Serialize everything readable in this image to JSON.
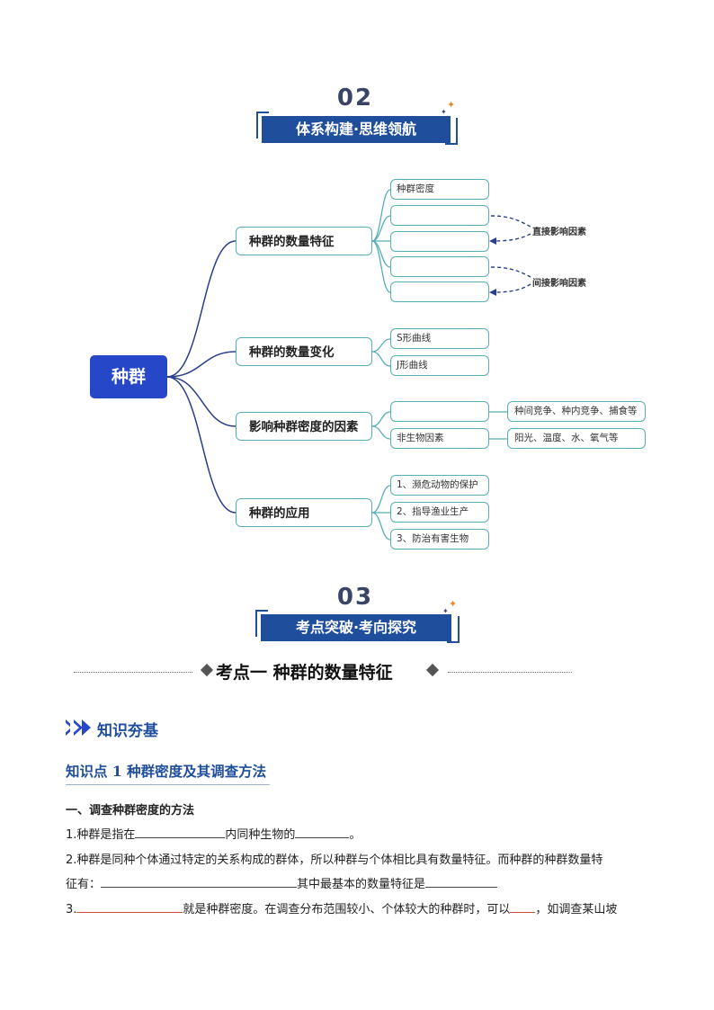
{
  "section2": {
    "number": "02",
    "title": "体系构建·思维领航"
  },
  "mindmap": {
    "root": "种群",
    "branches": [
      {
        "label": "种群的数量特征"
      },
      {
        "label": "种群的数量变化"
      },
      {
        "label": "影响种群密度的因素"
      },
      {
        "label": "种群的应用"
      }
    ],
    "leaves_features": [
      "种群密度",
      "",
      "",
      "",
      ""
    ],
    "direct_factor": "直接影响因素",
    "indirect_factor": "间接影响因素",
    "leaves_change": [
      "S形曲线",
      "J形曲线"
    ],
    "leaves_density": [
      "",
      "非生物因素"
    ],
    "leaves_density_detail": [
      "种间竞争、种内竞争、捕食等",
      "阳光、温度、水、氧气等"
    ],
    "leaves_application": [
      "1、濒危动物的保护",
      "2、指导渔业生产",
      "3、防治有害生物"
    ]
  },
  "section3": {
    "number": "03",
    "title": "考点突破·考向探究"
  },
  "exam_point": "考点一  种群的数量特征",
  "knowledge_heading": "知识夯基",
  "knowledge_point": "知识点 1  种群密度及其调查方法",
  "subheading": "一、调查种群密度的方法",
  "lines": {
    "l1a": "1.种群是指在",
    "l1b": "内同种生物的",
    "l1c": "。",
    "l2": "2.种群是同种个体通过特定的关系构成的群体，所以种群与个体相比具有数量特征。而种群的种群数量特",
    "l3a": "征有：",
    "l3b": "其中最基本的数量特征是",
    "l4a": "3.",
    "l4b": "就是种群密度。在调查分布范围较小、个体较大的种群时，可以",
    "l4c": "，如调查某山坡"
  }
}
